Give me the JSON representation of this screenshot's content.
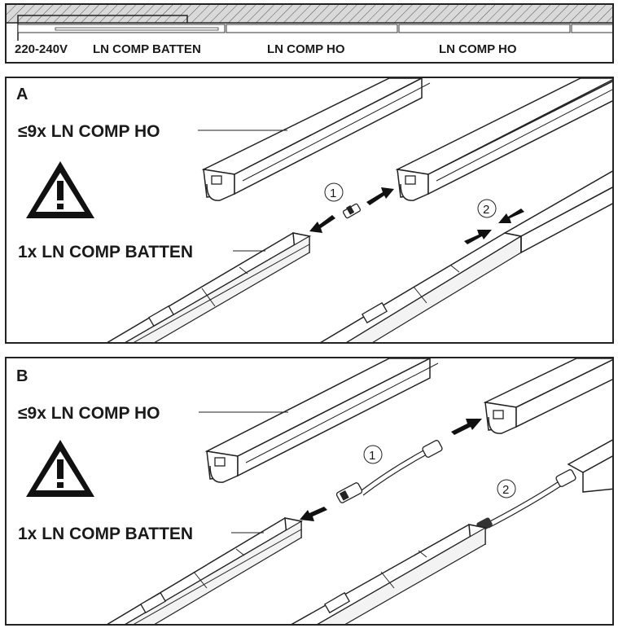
{
  "top": {
    "voltage": "220-240V",
    "seg1": "LN COMP BATTEN",
    "seg2": "LN COMP HO",
    "seg3": "LN COMP HO"
  },
  "panel_a": {
    "letter": "A",
    "ho_label": "≤9x LN COMP HO",
    "batten_label": "1x LN COMP BATTEN",
    "step1": "1",
    "step2": "2"
  },
  "panel_b": {
    "letter": "B",
    "ho_label": "≤9x LN COMP HO",
    "batten_label": "1x LN COMP BATTEN",
    "step1": "1",
    "step2": "2"
  },
  "icons": [
    "warning-triangle-icon",
    "arrow-icon",
    "connector-icon",
    "cable-icon"
  ]
}
